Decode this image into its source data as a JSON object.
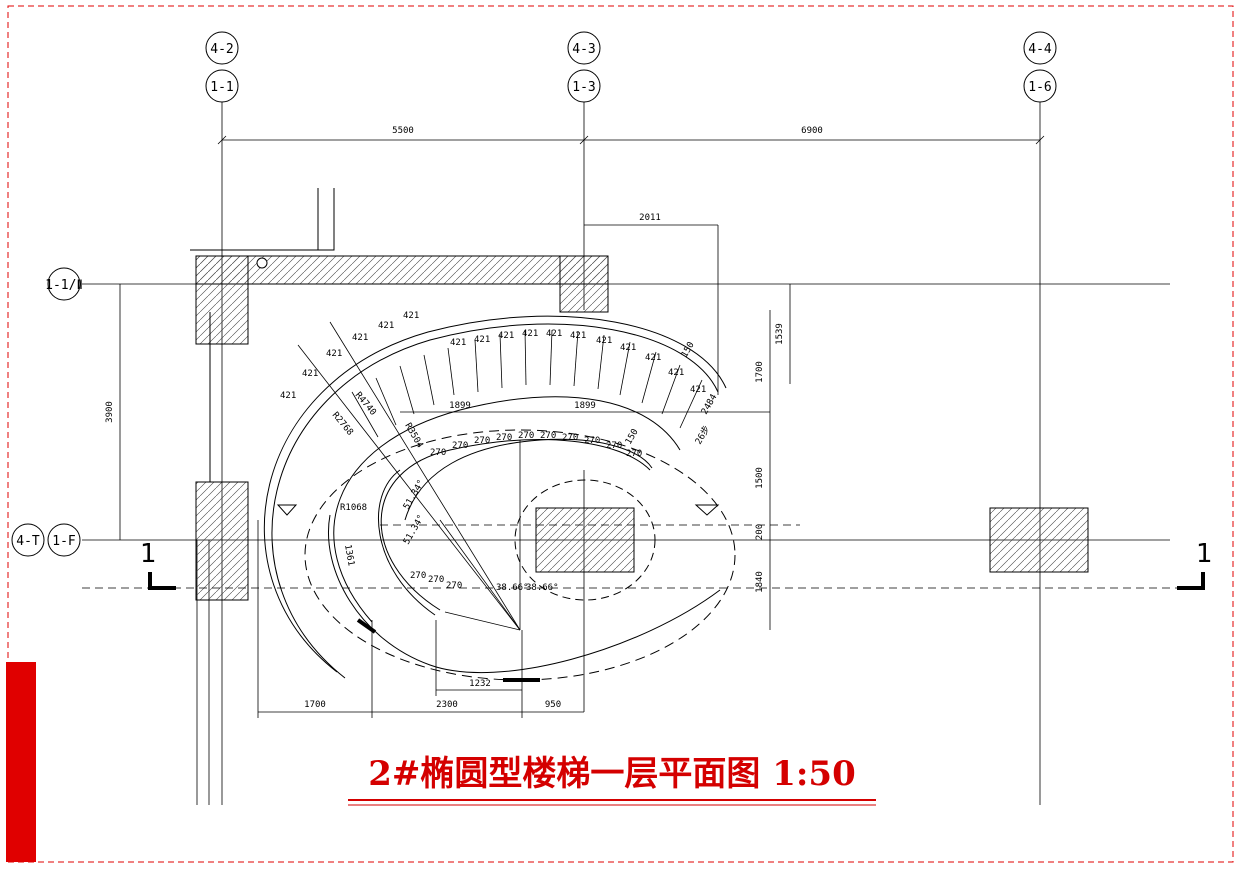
{
  "title": "2#椭圆型楼梯一层平面图 1:50",
  "grid_axes": {
    "top": [
      {
        "top": "4-2",
        "bottom": "1-1"
      },
      {
        "top": "4-3",
        "bottom": "1-3"
      },
      {
        "top": "4-4",
        "bottom": "1-6"
      }
    ],
    "left": [
      {
        "label": "1-1/Ⅱ"
      },
      {
        "label": "4-T",
        "label2": "1-F"
      }
    ]
  },
  "dimensions": {
    "top_span_1": "5500",
    "top_span_2": "6900",
    "offset_2011": "2011",
    "left_3900": "3900",
    "right_1539": "1539",
    "right_1700": "1700",
    "right_1500": "1500",
    "right_200": "200",
    "right_1840": "1840",
    "bottom_1700": "1700",
    "bottom_2300": "2300",
    "bottom_950": "950",
    "bottom_1232": "1232",
    "mid_1899_a": "1899",
    "mid_1899_b": "1899",
    "radius_4740": "R4740",
    "radius_2768": "R2768",
    "radius_3504": "R3504",
    "radius_1068": "R1068",
    "dim_1361": "1361",
    "angle_51_34": "51.34°",
    "angle_51_34b": "51.34°",
    "angle_38_66a": "38.66°",
    "angle_38_66b": "38.66°",
    "steps_label": "26步",
    "dim_2484": "2484",
    "dim_150a": "150",
    "dim_150b": "150",
    "tread_outer": "421",
    "tread_inner": "270"
  },
  "section_markers": {
    "left": "1",
    "right": "1"
  }
}
